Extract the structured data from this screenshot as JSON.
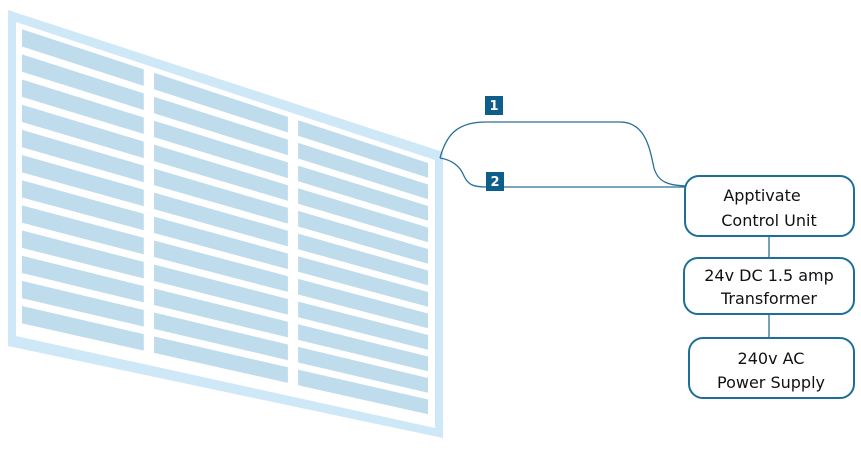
{
  "colors": {
    "frame": "#cfe8f8",
    "slat": "#bfdcec",
    "line": "#2a6f95",
    "badge": "#0e5e8c",
    "box_border": "#1d6f9a"
  },
  "connectors": [
    {
      "label": "1"
    },
    {
      "label": "2"
    }
  ],
  "boxes": {
    "control_unit": {
      "line1": "Apptivate",
      "line2": "Control Unit"
    },
    "transformer": {
      "line1": "24v DC 1.5 amp",
      "line2": "Transformer"
    },
    "power_supply": {
      "line1": "240v AC",
      "line2": "Power Supply"
    }
  }
}
